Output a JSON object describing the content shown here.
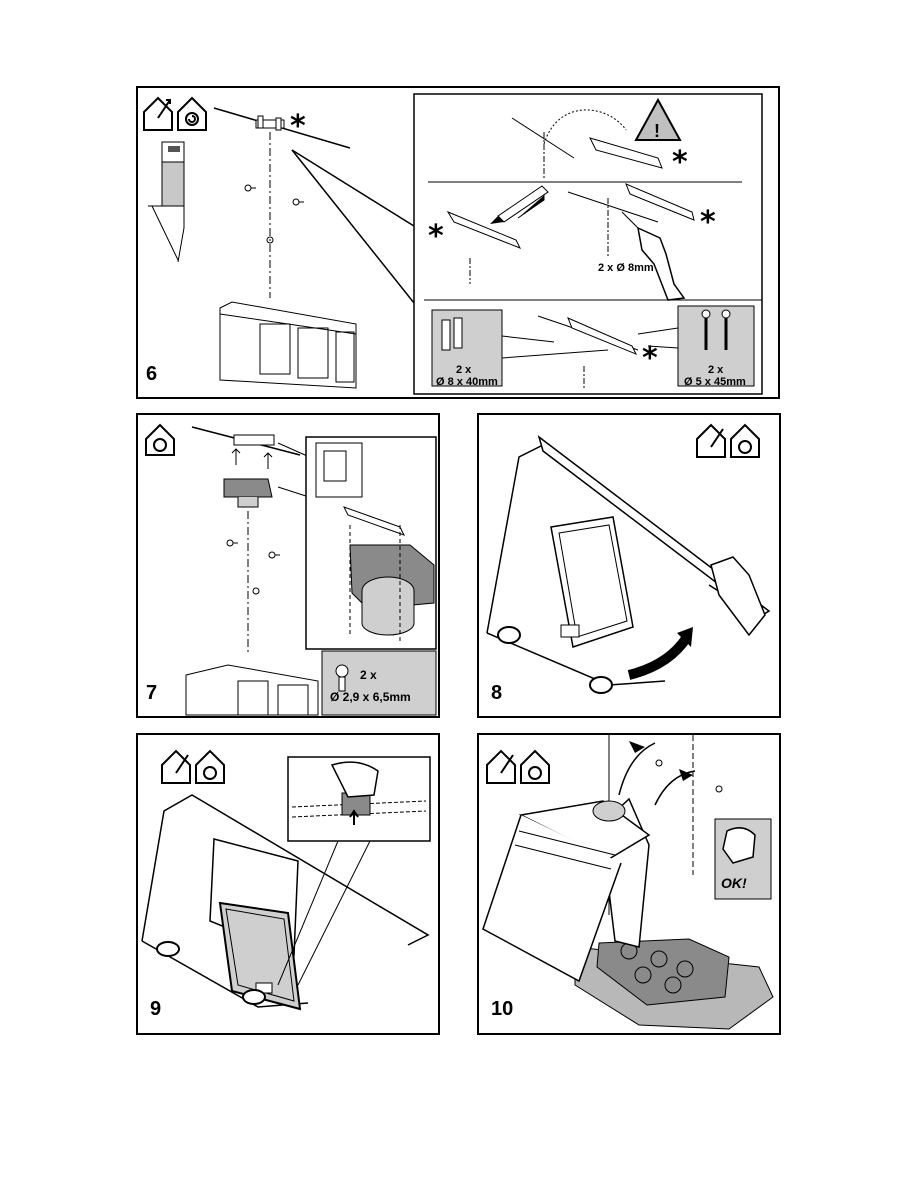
{
  "steps": [
    {
      "number": "6"
    },
    {
      "number": "7"
    },
    {
      "number": "8"
    },
    {
      "number": "9"
    },
    {
      "number": "10"
    }
  ],
  "step6": {
    "drill_label": "2 x Ø 8mm",
    "plug_qty": "2 x",
    "plug_size": "Ø 8 x 40mm",
    "screw_qty": "2 x",
    "screw_size": "Ø 5 x 45mm",
    "asterisk": "*",
    "warning_glyph": "!"
  },
  "step7": {
    "screw_qty": "2 x",
    "screw_size": "Ø 2,9 x 6,5mm"
  },
  "step10": {
    "ok_label": "OK!"
  },
  "icons": [
    "house-vent-out-icon",
    "house-recirculation-icon",
    "warning-triangle-icon",
    "pencil-icon",
    "drill-icon",
    "wall-plug-icon",
    "screw-icon",
    "hand-icon"
  ],
  "colors": {
    "line": "#000000",
    "grey_fill": "#cfcfcf",
    "dark_fill": "#8a8a8a",
    "hob_fill": "#b8b8b8"
  }
}
